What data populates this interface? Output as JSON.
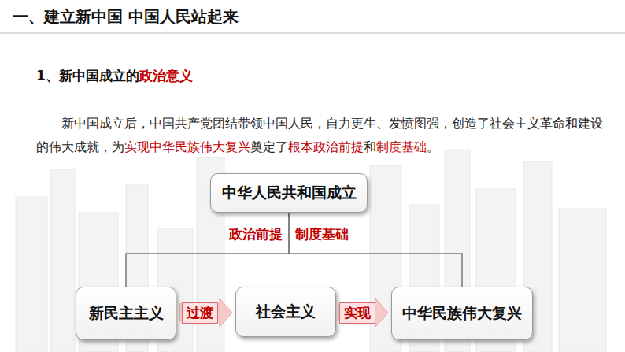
{
  "diagram": {
    "title": "一、建立新中国 中国人民站起来",
    "nodes": [
      {
        "text": [
          "中华人民共和国成立"
        ]
      },
      {
        "text": [
          "新民主主义"
        ]
      },
      {
        "text": [
          "社会主义"
        ]
      },
      {
        "text": [
          "中华民族伟大复兴"
        ]
      }
    ],
    "edges": [
      {
        "from": 0,
        "to": 1,
        "label": "政治前提",
        "arrow": "none"
      },
      {
        "from": 0,
        "to": 3,
        "label": "制度基础",
        "arrow": "none"
      },
      {
        "from": 1,
        "to": 2,
        "label": "过渡",
        "arrow": "to"
      },
      {
        "from": 2,
        "to": 3,
        "label": "实现",
        "arrow": "to"
      }
    ],
    "labels": [
      "1、新中国成立的",
      "政治意义",
      "新中国成立后，中国共产党团结带领中国人民，自力更生、发愤图强，创造了社会主义革命和建设的伟大成就，为",
      "实现中华民族伟大复兴",
      "奠定了",
      "根本政治前提",
      "和",
      "制度基础",
      "。"
    ]
  }
}
